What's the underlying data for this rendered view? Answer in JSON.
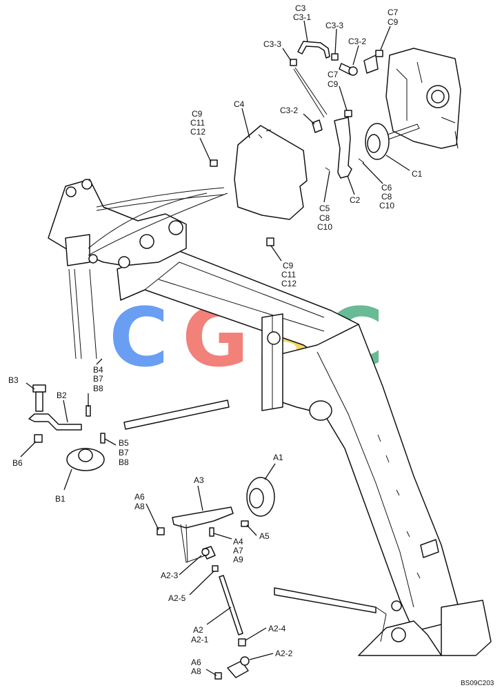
{
  "diagram_code": "BS09C203",
  "watermark": {
    "letters": [
      {
        "char": "C",
        "color": "#4f8ef0"
      },
      {
        "char": "G",
        "color": "#ef6c62"
      },
      {
        "char": "S",
        "color": "#f5cf4a"
      },
      {
        "char": "C",
        "color": "#4fb083"
      }
    ]
  },
  "callouts": {
    "c3_group": [
      "C3",
      "C3-1"
    ],
    "c3_3_top": "C3-3",
    "c3_2_top": "C3-2",
    "c7_c9_top": [
      "C7",
      "C9"
    ],
    "c3_3_left": "C3-3",
    "c7_c9_mid": [
      "C7",
      "C9"
    ],
    "c3_2_mid": "C3-2",
    "c4": "C4",
    "c9_c11_c12_top": [
      "C9",
      "C11",
      "C12"
    ],
    "c1": "C1",
    "c6_c8_c10": [
      "C6",
      "C8",
      "C10"
    ],
    "c2": "C2",
    "c5_c8_c10": [
      "C5",
      "C8",
      "C10"
    ],
    "c9_c11_c12_bottom": [
      "C9",
      "C11",
      "C12"
    ],
    "b4_b7_b8": [
      "B4",
      "B7",
      "B8"
    ],
    "b3": "B3",
    "b2": "B2",
    "b5_b7_b8": [
      "B5",
      "B7",
      "B8"
    ],
    "b6": "B6",
    "b1": "B1",
    "a1": "A1",
    "a3": "A3",
    "a6_a8_top": [
      "A6",
      "A8"
    ],
    "a4_a7_a9": [
      "A4",
      "A7",
      "A9"
    ],
    "a5": "A5",
    "a2_3": "A2-3",
    "a2_5": "A2-5",
    "a2_4": "A2-4",
    "a2_a2_1": [
      "A2",
      "A2-1"
    ],
    "a2_2": "A2-2",
    "a6_a8_bottom": [
      "A6",
      "A8"
    ]
  }
}
